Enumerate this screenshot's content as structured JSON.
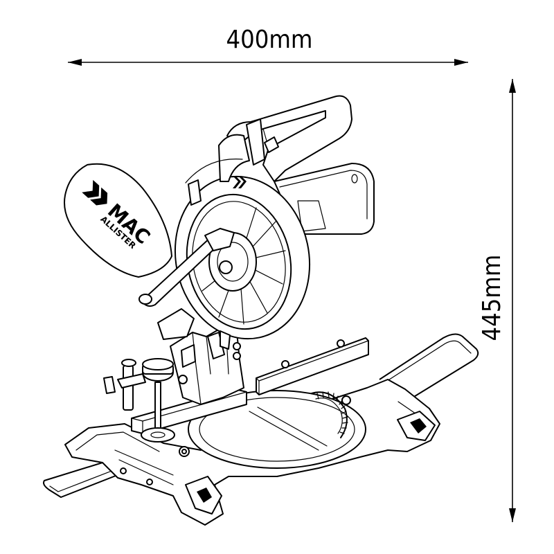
{
  "dimensions": {
    "width_label": "400mm",
    "height_label": "445mm"
  },
  "product": {
    "brand_line1": "MAC",
    "brand_line2": "ALLISTER"
  },
  "colors": {
    "line": "#000000",
    "background": "#ffffff"
  }
}
